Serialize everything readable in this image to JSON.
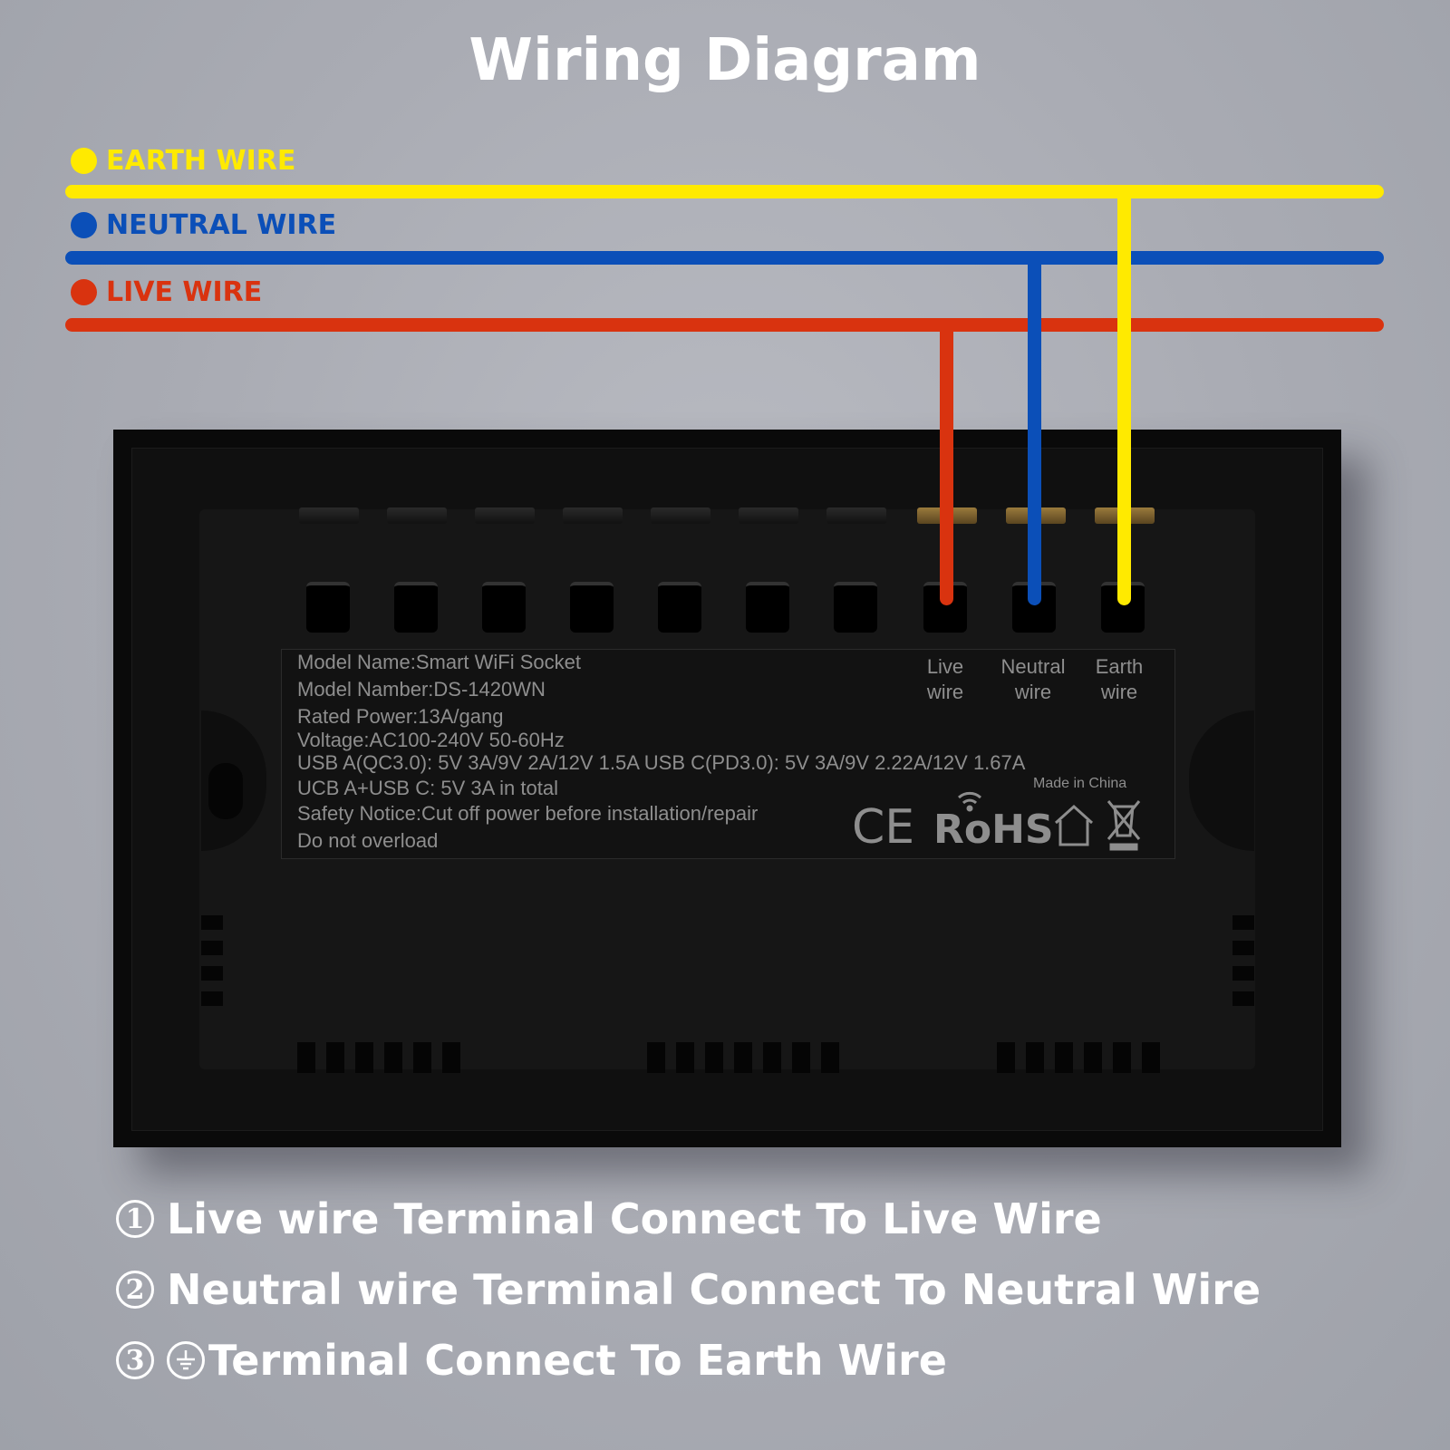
{
  "title": "Wiring Diagram",
  "legend": [
    {
      "label": "EARTH WIRE",
      "color": "#ffea00"
    },
    {
      "label": "NEUTRAL WIRE",
      "color": "#0b4fb8"
    },
    {
      "label": "LIVE WIRE",
      "color": "#d9330f"
    }
  ],
  "device": {
    "specs": [
      "Model Name:Smart  WiFi Socket",
      "Model Namber:DS-1420WN",
      "Rated Power:13A/gang",
      "Voltage:AC100-240V 50-60Hz",
      "USB A(QC3.0): 5V 3A/9V 2A/12V 1.5A   USB C(PD3.0): 5V 3A/9V 2.22A/12V 1.67A",
      "UCB A+USB C: 5V 3A in total",
      "Safety Notice:Cut off power before installation/repair",
      "Do not overload"
    ],
    "terminals": [
      {
        "line1": "Live",
        "line2": "wire"
      },
      {
        "line1": "Neutral",
        "line2": "wire"
      },
      {
        "line1": "Earth",
        "line2": "wire"
      }
    ],
    "marks": {
      "ce": "CE",
      "rohs": "RoHS",
      "made_in": "Made in China"
    }
  },
  "steps": [
    {
      "num": "1",
      "text": "Live wire Terminal Connect To Live Wire"
    },
    {
      "num": "2",
      "text": "Neutral wire Terminal Connect To Neutral Wire"
    },
    {
      "num": "3",
      "text": "Terminal Connect To Earth Wire"
    }
  ]
}
